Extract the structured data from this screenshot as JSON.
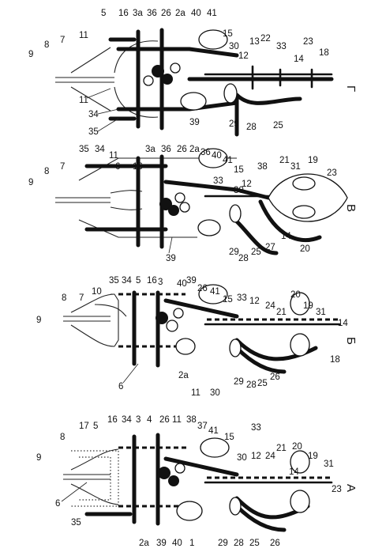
{
  "panels": [
    {
      "id": "A",
      "label": "А",
      "labels": [
        "9",
        "8",
        "17",
        "5",
        "16",
        "34",
        "3",
        "4",
        "26",
        "11",
        "38",
        "37",
        "41",
        "15",
        "33",
        "30",
        "12",
        "24",
        "21",
        "20",
        "19",
        "31",
        "23",
        "14",
        "6",
        "35",
        "2a",
        "39",
        "40",
        "1",
        "29",
        "28",
        "25",
        "26"
      ]
    },
    {
      "id": "B",
      "label": "Б",
      "labels": [
        "9",
        "8",
        "7",
        "10",
        "35",
        "34",
        "3",
        "5",
        "16",
        "39",
        "40",
        "26",
        "41",
        "15",
        "33",
        "12",
        "24",
        "21",
        "20",
        "19",
        "31",
        "14",
        "18",
        "6",
        "11",
        "2a",
        "30",
        "29",
        "28",
        "25",
        "26"
      ]
    },
    {
      "id": "V",
      "label": "В",
      "labels": [
        "9",
        "8",
        "7",
        "35",
        "34",
        "11",
        "6",
        "3a",
        "16",
        "36",
        "26",
        "2a",
        "36",
        "40",
        "41",
        "15",
        "38",
        "21",
        "31",
        "19",
        "23",
        "30",
        "12",
        "33",
        "39",
        "29",
        "28",
        "25",
        "27",
        "14",
        "20"
      ]
    },
    {
      "id": "G",
      "label": "Г",
      "labels": [
        "9",
        "8",
        "7",
        "5",
        "16",
        "3a",
        "36",
        "26",
        "2a",
        "40",
        "41",
        "15",
        "11",
        "30",
        "12",
        "13",
        "22",
        "33",
        "14",
        "23",
        "18",
        "11",
        "34",
        "35",
        "39",
        "29",
        "28",
        "25"
      ]
    }
  ]
}
